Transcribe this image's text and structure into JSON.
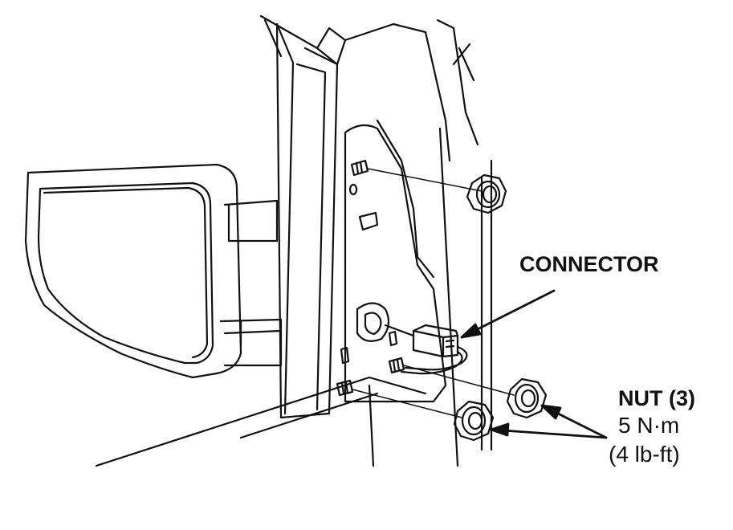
{
  "labels": {
    "connector": "CONNECTOR",
    "nut": "NUT (3)",
    "torque_metric": "5 N·m",
    "torque_imperial": "(4 lb-ft)"
  },
  "colors": {
    "line": "#111111",
    "background": "#ffffff"
  },
  "icons": {
    "mirror": "side-mirror-assembly",
    "nut": "flange-nut",
    "stud": "threaded-stud",
    "connector": "electrical-connector"
  }
}
